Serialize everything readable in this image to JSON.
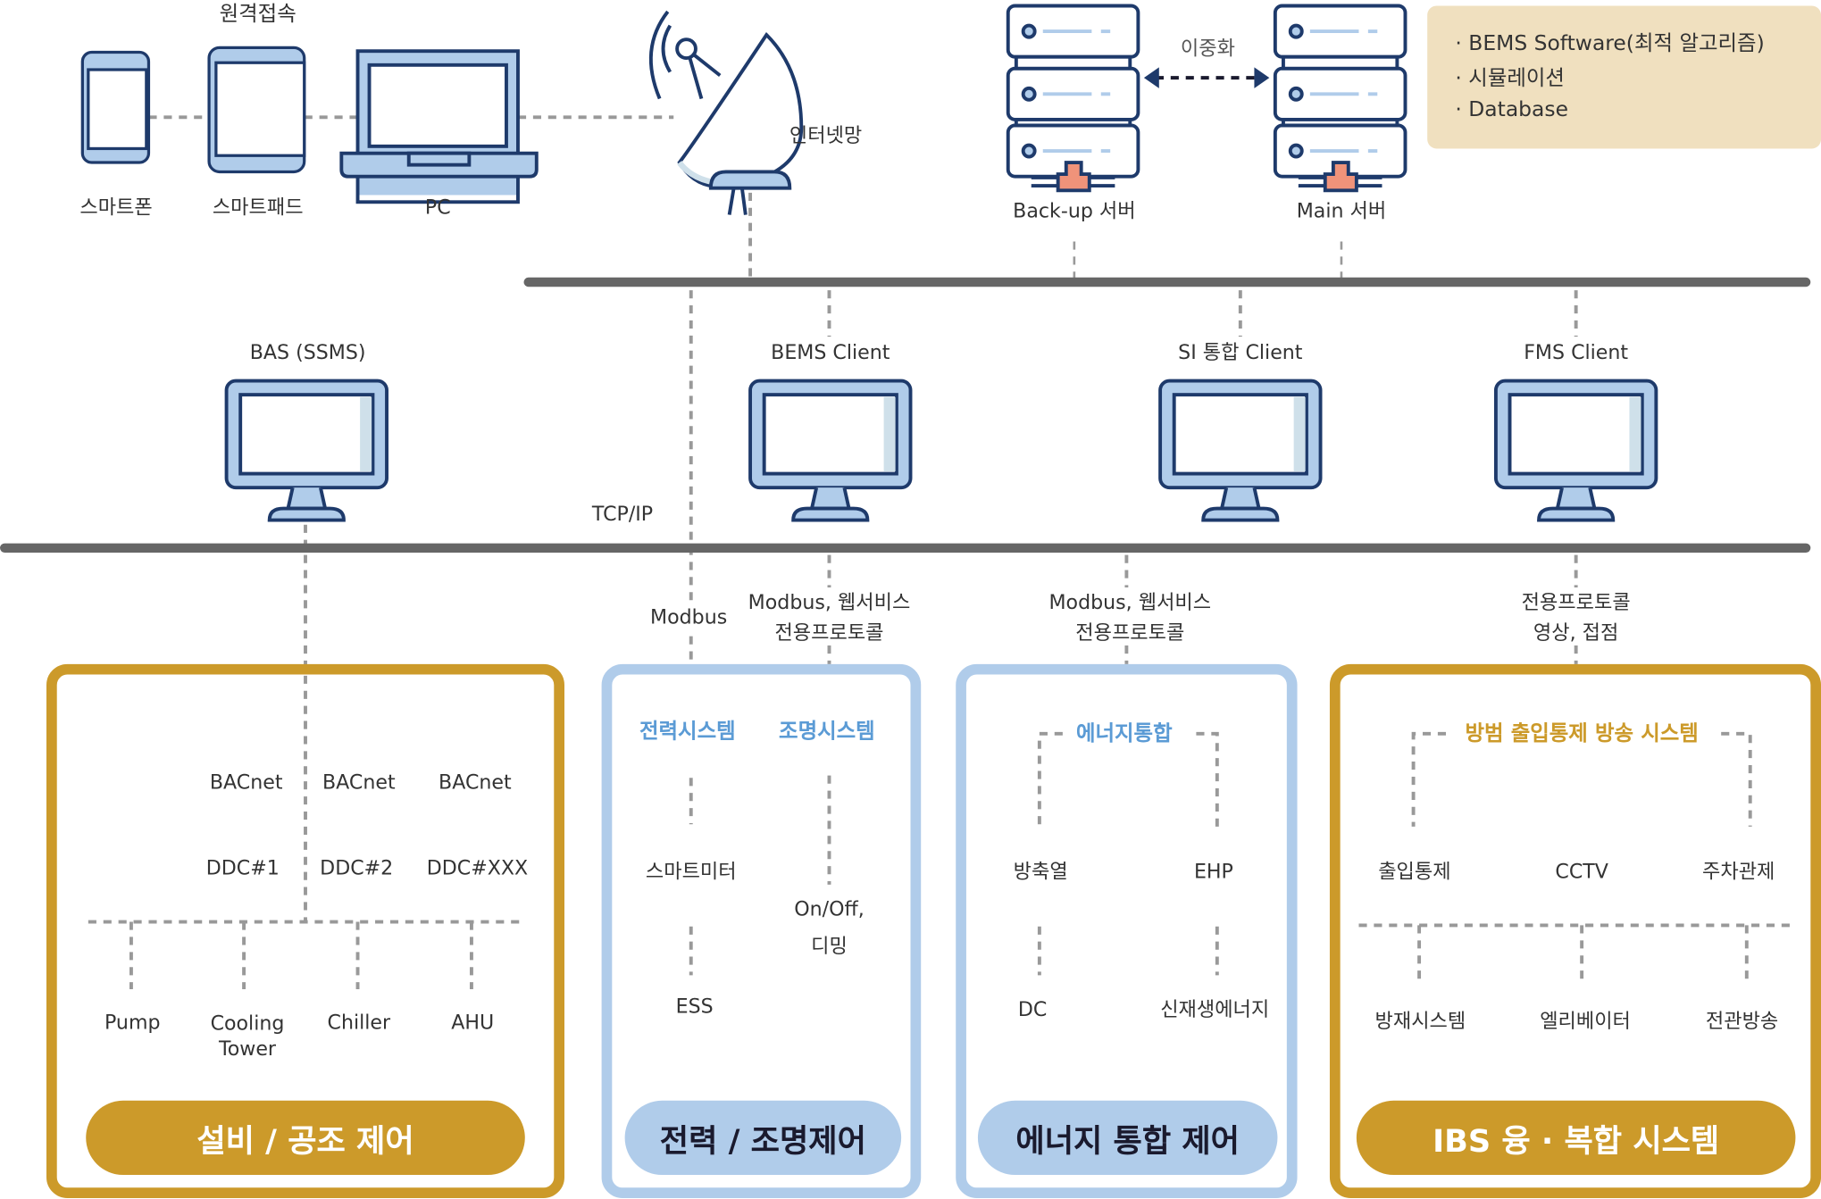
{
  "colors": {
    "gold": "#CC9A2A",
    "light_blue": "#B0CCEA",
    "navy": "#1E3A6B",
    "label_blue": "#5B9BD5",
    "note_bg": "#F0E0BF",
    "bus": "#666666",
    "dash": "#999999",
    "connector": "#F0937A"
  },
  "remote": {
    "title": "원격접속",
    "devices": [
      "스마트폰",
      "스마트패드",
      "PC"
    ],
    "internet": "인터넷망"
  },
  "servers": {
    "backup": "Back-up 서버",
    "main": "Main 서버",
    "redundancy": "이중화"
  },
  "note": {
    "items": [
      "· BEMS Software(최적 알고리즘)",
      "· 시뮬레이션",
      "· Database"
    ]
  },
  "clients": [
    "BAS (SSMS)",
    "BEMS Client",
    "SI 통합 Client",
    "FMS Client"
  ],
  "network": "TCP/IP",
  "protocols": {
    "p1": "Modbus",
    "p2": [
      "Modbus, 웹서비스",
      "전용프로토콜"
    ],
    "p3": [
      "Modbus, 웹서비스",
      "전용프로토콜"
    ],
    "p4": [
      "전용프로토콜",
      "영상, 접점"
    ]
  },
  "hvac": {
    "bacnet": [
      "BACnet",
      "BACnet",
      "BACnet"
    ],
    "ddc": [
      "DDC#1",
      "DDC#2",
      "DDC#XXX"
    ],
    "equipment": [
      "Pump",
      "Cooling Tower",
      "Chiller",
      "AHU"
    ],
    "label": "설비 / 공조 제어"
  },
  "power": {
    "titles": [
      "전력시스템",
      "조명시스템"
    ],
    "smart_meter": "스마트미터",
    "ess": "ESS",
    "lighting": [
      "On/Off,",
      "디밍"
    ],
    "label": "전력 / 조명제어"
  },
  "energy": {
    "title": "에너지통합",
    "items": [
      "방축열",
      "EHP",
      "DC",
      "신재생에너지"
    ],
    "label": "에너지 통합 제어"
  },
  "ibs": {
    "title": "방범 출입통제 방송 시스템",
    "row1": [
      "출입통제",
      "CCTV",
      "주차관제"
    ],
    "row2": [
      "방재시스템",
      "엘리베이터",
      "전관방송"
    ],
    "label": "IBS 융 · 복합 시스템"
  }
}
